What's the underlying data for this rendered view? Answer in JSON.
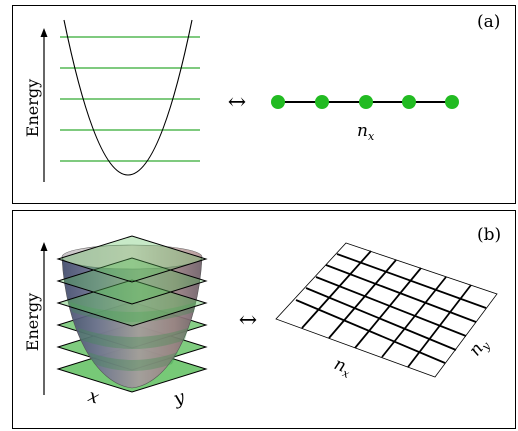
{
  "panel_a": {
    "label": "(a)",
    "axis_label": "Energy",
    "arrow_symbol": "↔",
    "chain_label_base": "n",
    "chain_label_sub": "x",
    "chain_sites": 5,
    "level_count": 5,
    "colors": {
      "levels": "#33aa33",
      "sites": "#22bb22",
      "curve": "#000000"
    }
  },
  "panel_b": {
    "label": "(b)",
    "axis_label": "Energy",
    "arrow_symbol": "↔",
    "plane_count": 6,
    "base_x_label": "x",
    "base_y_label": "y",
    "grid_label_x_base": "n",
    "grid_label_x_sub": "x",
    "grid_label_y_base": "n",
    "grid_label_y_sub": "y",
    "colors": {
      "planes": "#5fbf5f",
      "bowl_top": "#b9a9a6",
      "bowl_mid": "#6b6e8e",
      "grid": "#000000"
    }
  }
}
